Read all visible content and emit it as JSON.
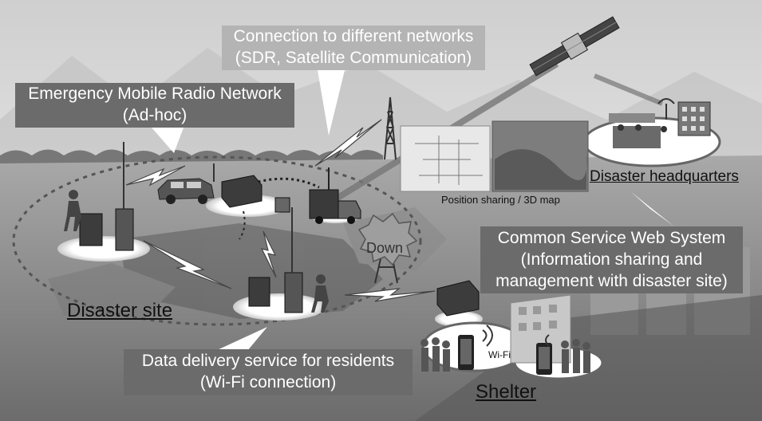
{
  "callouts": {
    "networks": {
      "line1": "Connection to different networks",
      "line2": "(SDR, Satellite Communication)"
    },
    "radio": {
      "line1": "Emergency Mobile Radio Network",
      "line2": "(Ad-hoc)"
    },
    "web_system": {
      "line1": "Common Service Web System",
      "line2": "(Information sharing and",
      "line3": "management with disaster site)"
    },
    "residents": {
      "line1": "Data delivery service for residents",
      "line2": "(Wi-Fi connection)"
    }
  },
  "places": {
    "disaster_site": "Disaster site",
    "headquarters": "Disaster headquarters",
    "shelter": "Shelter"
  },
  "labels": {
    "position_sharing": "Position sharing / 3D map",
    "down": "Down",
    "wifi": "Wi-Fi"
  },
  "colors": {
    "callout_dark": "#6b6b6b",
    "callout_light": "#b4b4b4",
    "sky": "#d9d9d9",
    "ground": "#8a8a8a"
  },
  "icons": [
    "satellite-icon",
    "radio-tower-icon",
    "car-icon",
    "truck-icon",
    "equipment-box-icon",
    "worker-icon",
    "building-icon",
    "smartphone-icon",
    "lightning-link-icon",
    "wifi-icon"
  ]
}
